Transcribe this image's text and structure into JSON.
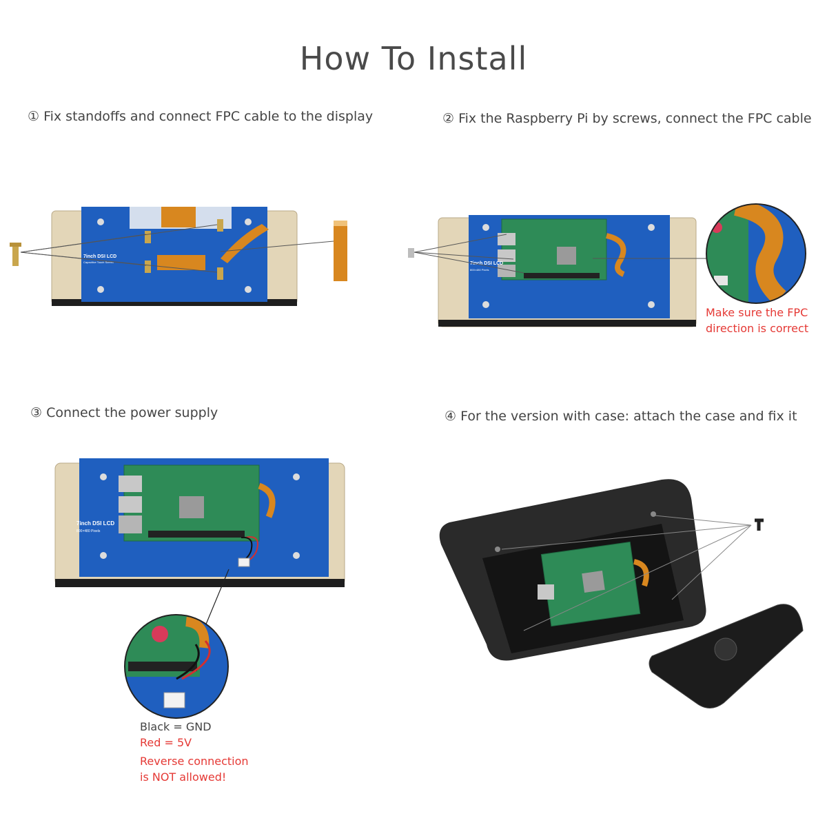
{
  "title": "How To Install",
  "steps": [
    {
      "text": "① Fix standoffs and connect FPC cable to the display"
    },
    {
      "text": "② Fix the Raspberry Pi by screws, connect the FPC cable"
    },
    {
      "text": "③ Connect the power supply"
    },
    {
      "text": "④ For the version with case: attach the case and fix it"
    }
  ],
  "board_label": {
    "title": "7inch DSI LCD",
    "subtitle": "Capacitive Touch Screen",
    "resolution": "800×480 Pixels"
  },
  "fpc_note": {
    "line1": "Make sure the FPC",
    "line2": "direction is correct"
  },
  "power_note": {
    "black": "Black = GND",
    "red": "Red = 5V",
    "warn1": "Reverse connection",
    "warn2": "is NOT allowed!"
  },
  "colors": {
    "board_blue": "#1f5fbf",
    "panel_beige": "#e3d6b8",
    "pi_green": "#2e8b57",
    "fpc_orange": "#d8871f",
    "case_black": "#2a2a2a",
    "warning_red": "#e53935"
  }
}
